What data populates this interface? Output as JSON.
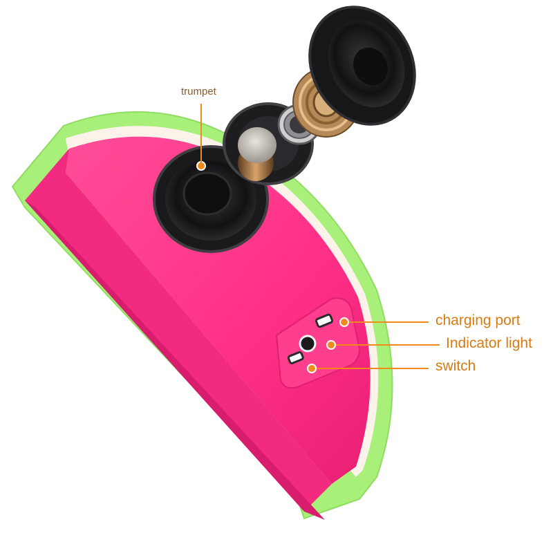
{
  "labels": {
    "trumpet": "trumpet",
    "charging_port": "charging port",
    "indicator_light": "Indicator light",
    "switch": "switch"
  },
  "colors": {
    "body": "#ff2f86",
    "rind": "#a8f07a",
    "callout": "#f08a1a",
    "speaker": "#1c1c1f"
  }
}
